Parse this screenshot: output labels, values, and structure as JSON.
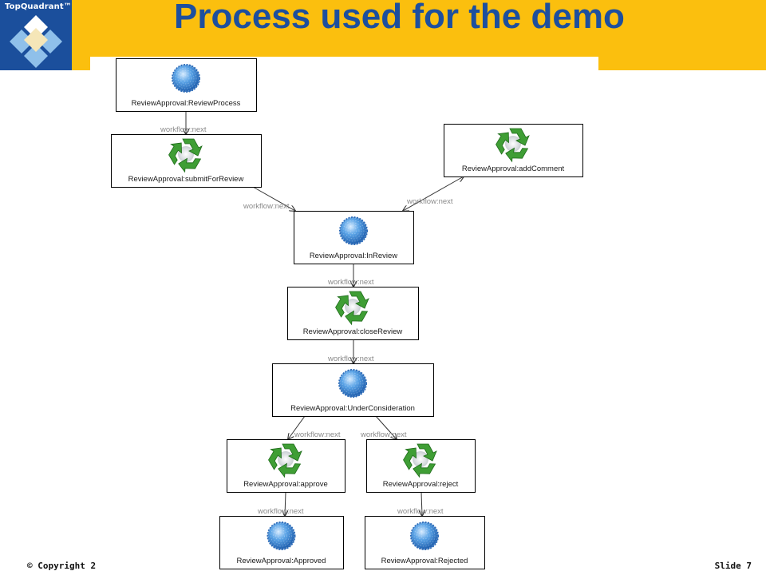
{
  "brand": {
    "logo_text": "TopQuadrant™"
  },
  "slide": {
    "title": "Process used for the demo",
    "copyright": "© Copyright 2",
    "slide_label": "Slide 7"
  },
  "colors": {
    "banner": "#fbbf0e",
    "logo_bg": "#1b4f9c",
    "title": "#1d4f9e",
    "node_border": "#000000",
    "edge": "#333333",
    "edge_label": "#8a8a8a"
  },
  "diagram": {
    "edge_label": "workflow:next",
    "nodes": [
      {
        "id": "n1",
        "label": "ReviewApproval:ReviewProcess",
        "icon": "state-ball-icon"
      },
      {
        "id": "n2",
        "label": "ReviewApproval:submitForReview",
        "icon": "recycle-icon"
      },
      {
        "id": "n3",
        "label": "ReviewApproval:addComment",
        "icon": "recycle-icon"
      },
      {
        "id": "n4",
        "label": "ReviewApproval:InReview",
        "icon": "state-ball-icon"
      },
      {
        "id": "n5",
        "label": "ReviewApproval:closeReview",
        "icon": "recycle-icon"
      },
      {
        "id": "n6",
        "label": "ReviewApproval:UnderConsideration",
        "icon": "state-ball-icon"
      },
      {
        "id": "n7",
        "label": "ReviewApproval:approve",
        "icon": "recycle-icon"
      },
      {
        "id": "n8",
        "label": "ReviewApproval:reject",
        "icon": "recycle-icon"
      },
      {
        "id": "n9",
        "label": "ReviewApproval:Approved",
        "icon": "state-ball-icon"
      },
      {
        "id": "n10",
        "label": "ReviewApproval:Rejected",
        "icon": "state-ball-icon"
      }
    ],
    "edges": [
      {
        "from": "n1",
        "to": "n2",
        "label": "workflow:next"
      },
      {
        "from": "n2",
        "to": "n4",
        "label": "workflow:next"
      },
      {
        "from": "n4",
        "to": "n3",
        "label": "workflow:next",
        "bidirectional": true
      },
      {
        "from": "n4",
        "to": "n5",
        "label": "workflow:next"
      },
      {
        "from": "n5",
        "to": "n6",
        "label": "workflow:next"
      },
      {
        "from": "n6",
        "to": "n7",
        "label": "workflow:next"
      },
      {
        "from": "n6",
        "to": "n8",
        "label": "workflow:next"
      },
      {
        "from": "n7",
        "to": "n9",
        "label": "workflow:next"
      },
      {
        "from": "n8",
        "to": "n10",
        "label": "workflow:next"
      }
    ]
  }
}
